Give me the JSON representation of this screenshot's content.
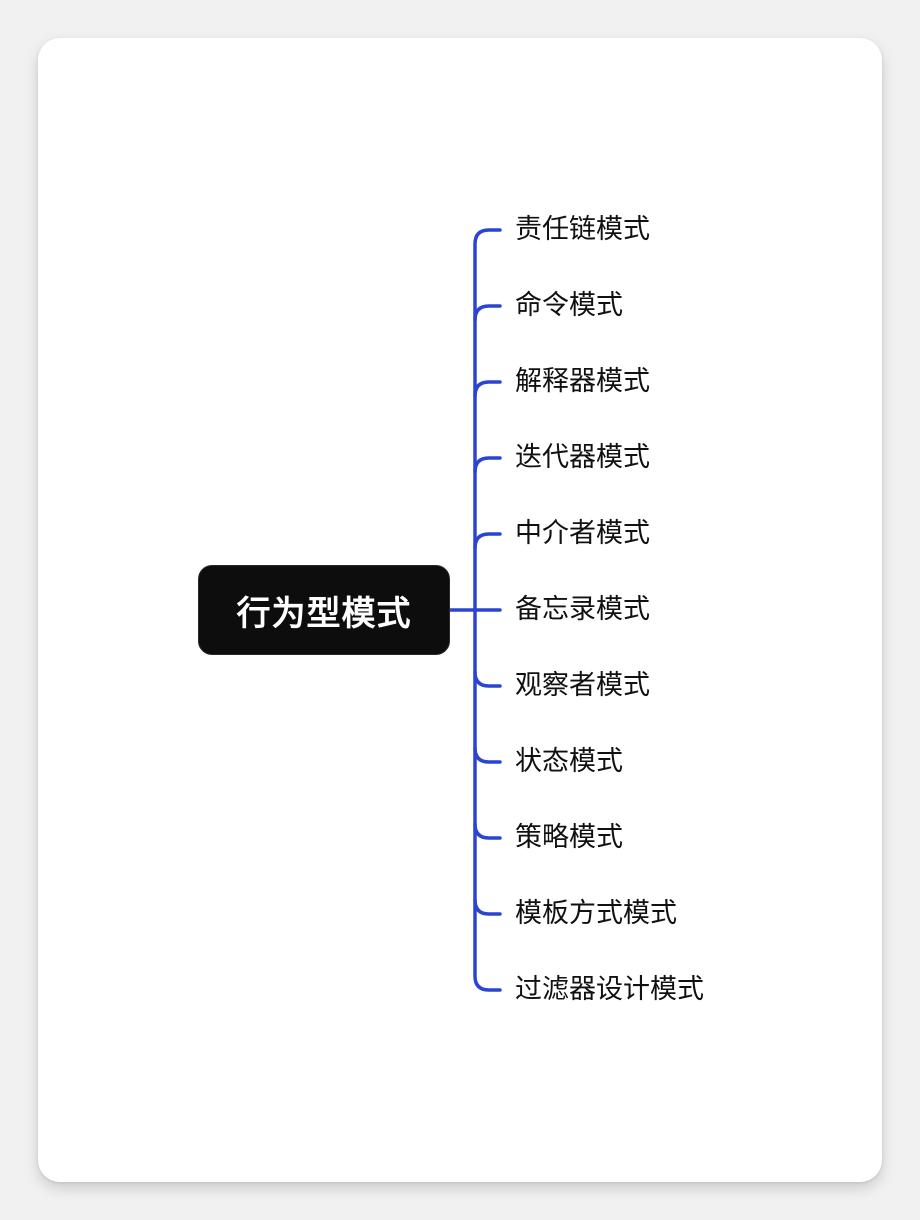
{
  "colors": {
    "connector": "#2b45d1",
    "root_bg": "#0d0d0d",
    "root_text": "#ffffff",
    "leaf_text": "#111111"
  },
  "root": {
    "label": "行为型模式"
  },
  "children": [
    {
      "label": "责任链模式"
    },
    {
      "label": "命令模式"
    },
    {
      "label": "解释器模式"
    },
    {
      "label": "迭代器模式"
    },
    {
      "label": "中介者模式"
    },
    {
      "label": "备忘录模式"
    },
    {
      "label": "观察者模式"
    },
    {
      "label": "状态模式"
    },
    {
      "label": "策略模式"
    },
    {
      "label": "模板方式模式"
    },
    {
      "label": "过滤器设计模式"
    }
  ]
}
